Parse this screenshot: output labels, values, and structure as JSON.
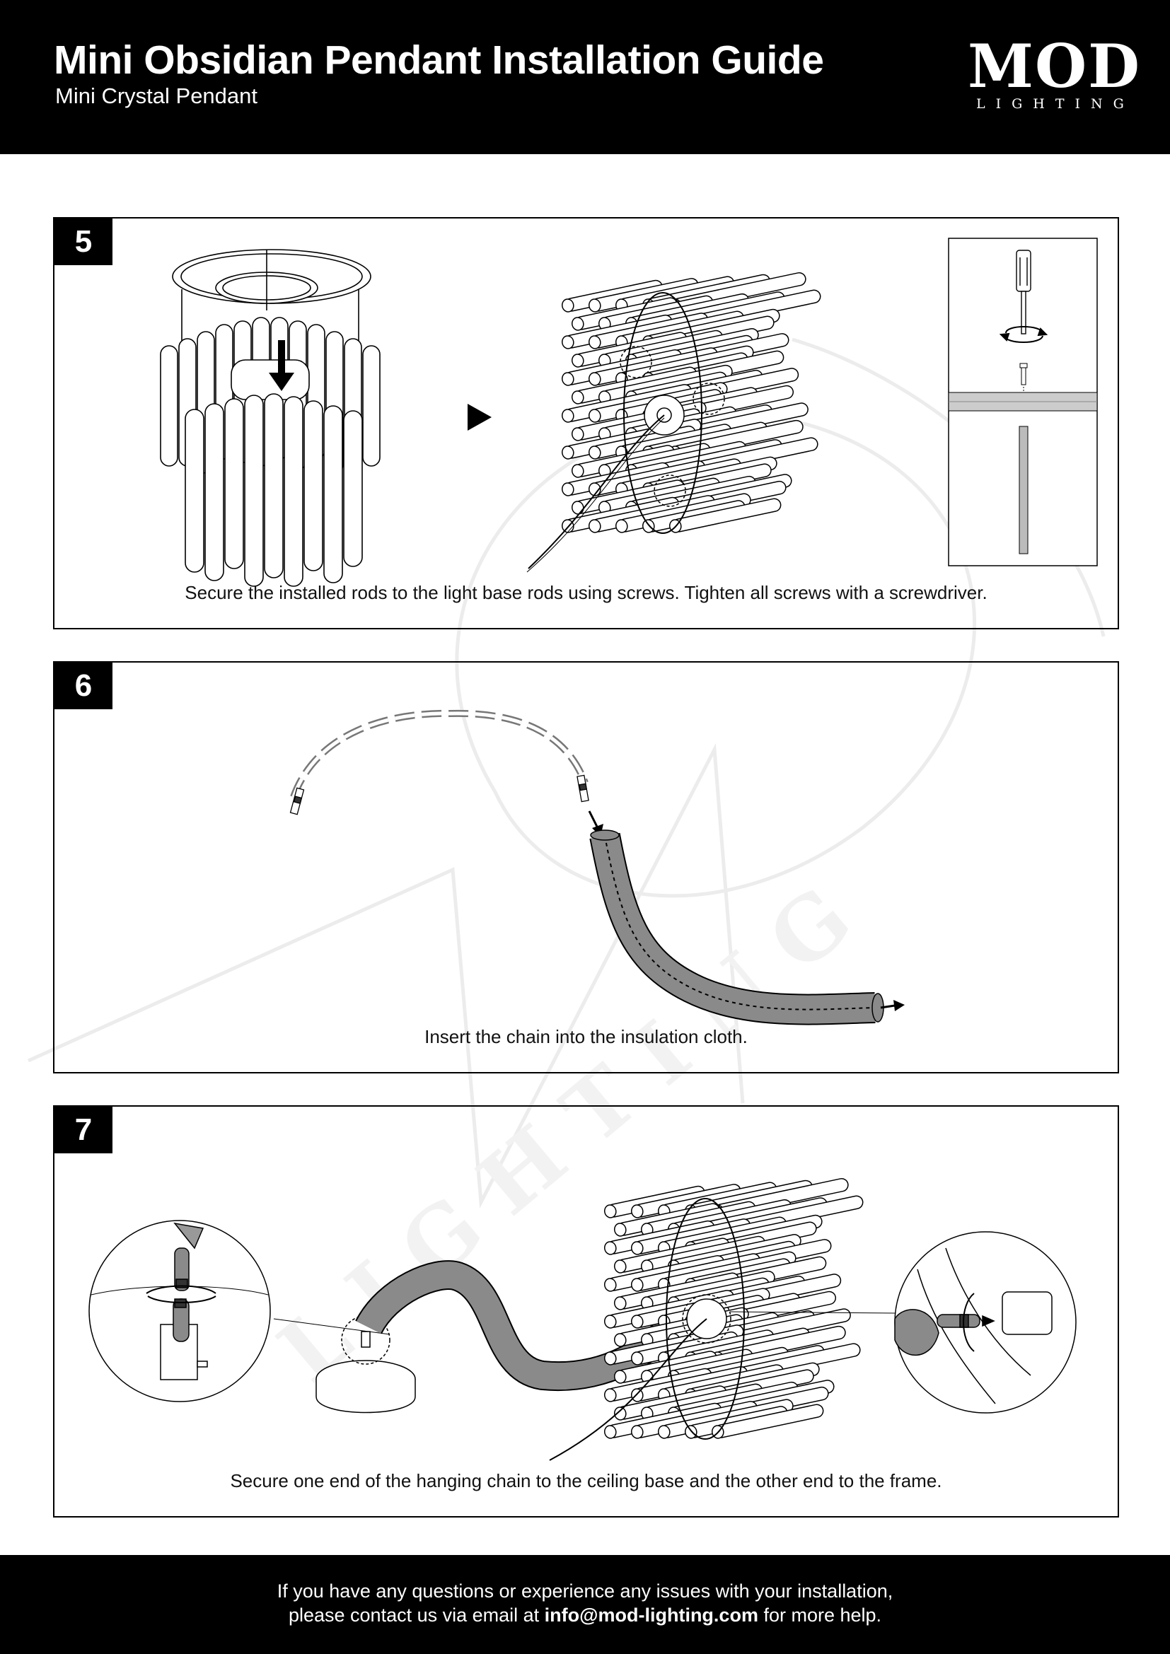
{
  "header": {
    "title": "Mini Obsidian Pendant Installation Guide",
    "subtitle": "Mini Crystal Pendant",
    "logo_main": "MOD",
    "logo_sub": "LIGHTING"
  },
  "steps": [
    {
      "number": "5",
      "caption": "Secure the installed rods to the light base rods using screws. Tighten all screws with a screwdriver."
    },
    {
      "number": "6",
      "caption": "Insert the chain into the insulation cloth."
    },
    {
      "number": "7",
      "caption": "Secure one end of the hanging chain to the ceiling base and the other end to the frame."
    }
  ],
  "footer": {
    "line1": "If you have any questions or experience any issues with your installation,",
    "line2_prefix": "please contact us via email at ",
    "email": "info@mod-lighting.com",
    "line2_suffix": " for more help."
  },
  "colors": {
    "background": "#ffffff",
    "bars": "#000000",
    "cloth": "#8a8a8a",
    "watermark": "#f1f1f1"
  }
}
